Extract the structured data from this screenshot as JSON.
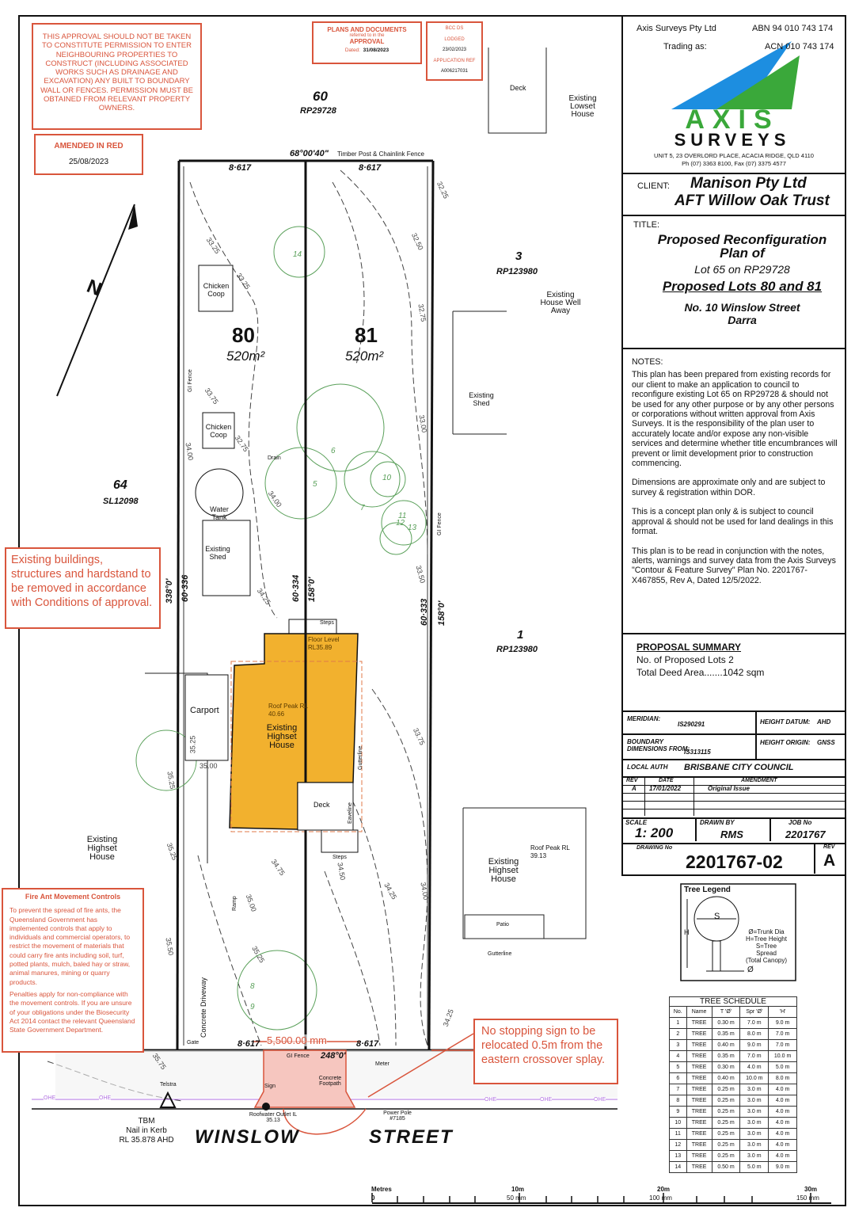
{
  "stamps": {
    "permission_note": "THIS APPROVAL SHOULD NOT BE TAKEN TO CONSTITUTE PERMISSION TO ENTER NEIGHBOURING PROPERTIES TO CONSTRUCT (INCLUDING ASSOCIATED WORKS SUCH AS DRAINAGE AND EXCAVATION) ANY BUILT TO BOUNDARY WALL OR FENCES. PERMISSION MUST BE OBTAINED FROM RELEVANT PROPERTY OWNERS.",
    "amended_label": "AMENDED IN RED",
    "amended_date": "25/08/2023",
    "plans_title": "PLANS AND DOCUMENTS",
    "plans_sub": "referred to in the",
    "plans_approval": "APPROVAL",
    "plans_dated_label": "Dated:",
    "plans_dated": "31/08/2023",
    "bcc_title": "BCC DS",
    "bcc_lodged": "LODGED",
    "bcc_date": "23/02/2023",
    "bcc_app_ref_label": "APPLICATION REF",
    "bcc_app_ref": "A006217031"
  },
  "plan": {
    "lot60": "60",
    "lot60_rp": "RP29728",
    "lot3": "3",
    "lot3_rp": "RP123980",
    "lot1": "1",
    "lot1_rp": "RP123980",
    "lot64": "64",
    "lot64_sl": "SL12098",
    "lot80": "80",
    "lot80_area": "520m²",
    "lot81": "81",
    "lot81_area": "520m²",
    "top_bearing": "68°00'40\"",
    "top_fence": "Timber Post & Chainlink Fence",
    "dim_8617": "8·617",
    "left_bearing": "338°0'",
    "left_len": "60·336",
    "mid_len": "60·334",
    "mid_bearing": "158°0'",
    "right_len": "60·333",
    "right_bearing": "158°0'",
    "bottom_bearing": "248°0'",
    "north": "N",
    "deck_top": "Deck",
    "existing_lowset": "Existing Lowset House",
    "existing_house_well_away": "Existing House Well Away",
    "existing_shed_right": "Existing Shed",
    "chicken_coop": "Chicken Coop",
    "water_tank": "Water Tank",
    "existing_shed": "Existing Shed",
    "gi_fence": "GI Fence",
    "drain": "Drain",
    "steps": "Steps",
    "floor_level": "Floor Level RL35.89",
    "roof_peak": "Roof Peak RL 40.66",
    "existing_highset": "Existing Highset House",
    "carport": "Carport",
    "deck": "Deck",
    "gutterline": "Gutterline",
    "eaveline": "Eaveline",
    "ramp": "Ramp",
    "concrete_driveway": "Concrete Driveway",
    "gate": "Gate",
    "existing_highset_left": "Existing Highset House",
    "existing_highset_right": "Existing Highset House",
    "roof_peak_right": "Roof Peak RL 39.13",
    "patio": "Patio",
    "gutterline_right": "Gutterline",
    "gi_fence_bottom": "GI Fence",
    "meter": "Meter",
    "telstra": "Telstra",
    "sign": "Sign",
    "concrete_footpath": "Concrete Footpath",
    "roofwater": "Roofwater Outlet IL 35.13",
    "power_pole": "Power Pole #7185",
    "ohe": "OHE",
    "tbm": "TBM",
    "tbm_desc": "Nail in Kerb",
    "tbm_rl": "RL 35.878 AHD",
    "street1": "WINSLOW",
    "street2": "STREET",
    "crossover_dim": "5,500.00 mm",
    "contours": [
      "33.25",
      "33.25",
      "32.25",
      "32.50",
      "32.75",
      "33.75",
      "33.00",
      "34.00",
      "34.00",
      "32.75",
      "34.25",
      "33.50",
      "33.75",
      "35.25",
      "35.00",
      "35.25",
      "34.75",
      "34.50",
      "35.00",
      "35.50",
      "35.25",
      "34.25",
      "34.00",
      "34.25",
      "35.75",
      "35.25"
    ],
    "tree_numbers": [
      "14",
      "6",
      "5",
      "7",
      "10",
      "11",
      "12",
      "13",
      "8",
      "9"
    ]
  },
  "annotations": {
    "existing_buildings": "Existing buildings, structures and hardstand to be removed in accordance with Conditions of approval.",
    "no_stopping": "No stopping sign to be relocated 0.5m from the eastern crossover splay."
  },
  "fire_ant": {
    "title": "Fire Ant Movement Controls",
    "p1": "To prevent the spread of fire ants, the Queensland Government has implemented controls that apply to individuals and commercial operators, to restrict the movement of materials that could carry fire ants including soil, turf, potted plants, mulch, baled hay or straw, animal manures, mining or quarry products.",
    "p2": "Penalties apply for non-compliance with the movement controls. If you are unsure of your obligations under the Biosecurity Act 2014 contact the relevant Queensland State Government Department."
  },
  "title_block": {
    "company": "Axis Surveys Pty Ltd",
    "abn": "ABN 94 010 743 174",
    "trading_as": "Trading as:",
    "acn": "ACN 010 743 174",
    "logo_top": "AXIS",
    "logo_bottom": "SURVEYS",
    "address": "UNIT 5, 23 OVERLORD PLACE, ACACIA RIDGE, QLD 4110",
    "phone": "Ph (07) 3363 8100, Fax (07) 3375 4577",
    "client_label": "CLIENT:",
    "client_1": "Manison Pty Ltd",
    "client_2": "AFT Willow Oak Trust",
    "title_label": "TITLE:",
    "title_1": "Proposed Reconfiguration",
    "title_2": "Plan of",
    "title_3": "Lot 65 on RP29728",
    "title_4": "Proposed Lots 80 and 81",
    "title_5": "No. 10 Winslow Street",
    "title_6": "Darra",
    "notes_label": "NOTES:",
    "notes": [
      "This plan has been prepared from existing records for our client to make an application to council to reconfigure existing Lot 65 on RP29728 & should not be used for any other purpose or by any other persons or corporations without written approval from Axis Surveys. It is the responsibility of the plan user to accurately locate and/or expose any non-visible services and determine whether title encumbrances will prevent or limit development prior to construction commencing.",
      "Dimensions are approximate only and are subject to survey & registration within DOR.",
      "This is a concept plan only & is subject to council approval & should not be used for land dealings in this format.",
      "This plan is to be read in conjunction with the notes, alerts, warnings and survey data from the Axis Surveys \"Contour & Feature Survey\" Plan No. 2201767-X467855, Rev A, Dated 12/5/2022."
    ],
    "summary_title": "PROPOSAL SUMMARY",
    "summary_lots": "No. of Proposed Lots 2",
    "summary_area": "Total Deed Area.......1042 sqm",
    "meridian_label": "MERIDIAN:",
    "meridian": "IS290291",
    "height_datum_label": "HEIGHT DATUM:",
    "height_datum": "AHD",
    "boundary_label": "BOUNDARY DIMENSIONS FROM:",
    "boundary": "IS313115",
    "height_origin_label": "HEIGHT ORIGIN:",
    "height_origin": "GNSS",
    "local_auth_label": "LOCAL AUTH",
    "local_auth": "BRISBANE CITY COUNCIL",
    "rev_header": "REV",
    "date_header": "DATE",
    "amend_header": "AMENDMENT",
    "rev_rows": [
      {
        "rev": "A",
        "date": "17/01/2022",
        "amend": "Original Issue"
      }
    ],
    "scale_label": "SCALE",
    "scale": "1: 200",
    "drawn_label": "DRAWN BY",
    "drawn": "RMS",
    "job_label": "JOB No",
    "job": "2201767",
    "drawing_label": "DRAWING No",
    "drawing": "2201767-02",
    "rev_label": "REV",
    "rev": "A"
  },
  "tree_legend": {
    "title": "Tree Legend",
    "s": "S",
    "h": "H",
    "dia": "Ø",
    "text": [
      "Ø=Trunk Dia",
      "H=Tree Height",
      "S=Tree",
      "Spread",
      "(Total Canopy)"
    ]
  },
  "tree_schedule": {
    "title": "TREE SCHEDULE",
    "headers": [
      "No.",
      "Name",
      "T 'Ø'",
      "Spr 'Ø'",
      "'H'"
    ],
    "rows": [
      [
        "1",
        "TREE",
        "0.30 m",
        "7.0 m",
        "9.0 m"
      ],
      [
        "2",
        "TREE",
        "0.35 m",
        "8.0 m",
        "7.0 m"
      ],
      [
        "3",
        "TREE",
        "0.40 m",
        "9.0 m",
        "7.0 m"
      ],
      [
        "4",
        "TREE",
        "0.35 m",
        "7.0 m",
        "10.0 m"
      ],
      [
        "5",
        "TREE",
        "0.30 m",
        "4.0 m",
        "5.0 m"
      ],
      [
        "6",
        "TREE",
        "0.40 m",
        "10.0 m",
        "8.0 m"
      ],
      [
        "7",
        "TREE",
        "0.25 m",
        "3.0 m",
        "4.0 m"
      ],
      [
        "8",
        "TREE",
        "0.25 m",
        "3.0 m",
        "4.0 m"
      ],
      [
        "9",
        "TREE",
        "0.25 m",
        "3.0 m",
        "4.0 m"
      ],
      [
        "10",
        "TREE",
        "0.25 m",
        "3.0 m",
        "4.0 m"
      ],
      [
        "11",
        "TREE",
        "0.25 m",
        "3.0 m",
        "4.0 m"
      ],
      [
        "12",
        "TREE",
        "0.25 m",
        "3.0 m",
        "4.0 m"
      ],
      [
        "13",
        "TREE",
        "0.25 m",
        "3.0 m",
        "4.0 m"
      ],
      [
        "14",
        "TREE",
        "0.50 m",
        "5.0 m",
        "9.0 m"
      ]
    ]
  },
  "scale_bar": {
    "title": "Metres",
    "zero": "0",
    "labels": [
      "10m",
      "20m",
      "30m"
    ],
    "mm": [
      "50",
      "100",
      "150"
    ],
    "mm_unit": "mm"
  },
  "colors": {
    "stamp_red": "#d9553c",
    "house": "#f2b12e",
    "tree_green": "#5aa05a",
    "logo_green": "#3aa83a",
    "logo_blue": "#1d8ee0",
    "ohe": "#b070e0"
  }
}
